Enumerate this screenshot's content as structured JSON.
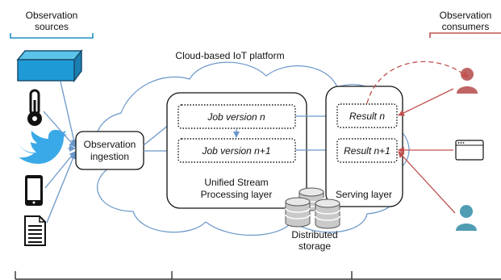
{
  "labels": {
    "sources_line1": "Observation",
    "sources_line2": "sources",
    "consumers_line1": "Observation",
    "consumers_line2": "consumers",
    "platform": "Cloud-based IoT platform",
    "ingestion_line1": "Observation",
    "ingestion_line2": "ingestion",
    "job_n": "Job version n",
    "job_n1": "Job version n+1",
    "processing_line1": "Unified Stream",
    "processing_line2": "Processing layer",
    "result_n": "Result n",
    "result_n1": "Result n+1",
    "serving": "Serving layer",
    "storage_line1": "Distributed",
    "storage_line2": "storage"
  },
  "icons": {
    "sources": [
      "sensor-box-icon",
      "thermometer-icon",
      "twitter-bird-icon",
      "smartphone-icon",
      "document-icon"
    ],
    "consumers": [
      "user-icon",
      "browser-window-icon",
      "user-icon"
    ],
    "storage": "database-cylinders-icon"
  },
  "colors": {
    "source_arrows": "#6a97c9",
    "consumer_arrows": "#c0504d",
    "accent_box": "#1e8fc6",
    "person_red": "#c06565",
    "person_teal": "#4f9cb3",
    "cloud_outline": "#6a97c9"
  }
}
